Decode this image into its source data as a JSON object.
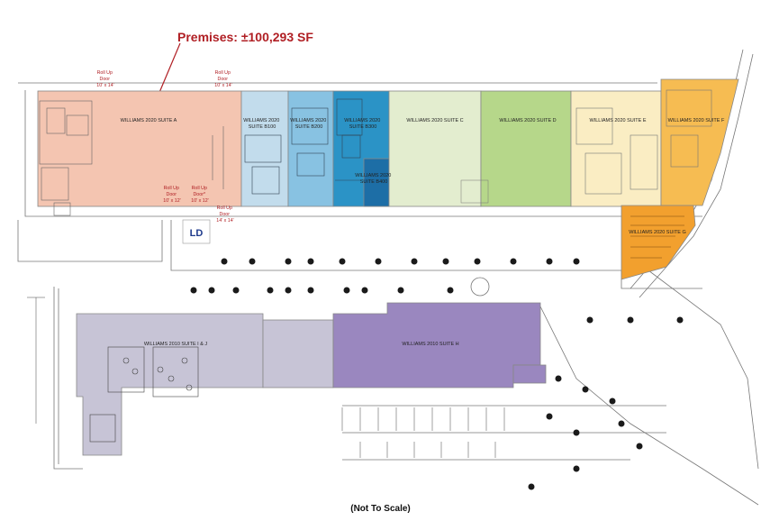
{
  "header": {
    "premises": "Premises: ±100,293 SF"
  },
  "footer": {
    "scale_note": "(Not To Scale)"
  },
  "doors": {
    "top_left": [
      "Roll Up",
      "Door",
      "10' x 14'"
    ],
    "top_right": [
      "Roll Up",
      "Door",
      "10' x 14'"
    ],
    "bottom_a": [
      "Roll Up",
      "Door",
      "10' x 12'"
    ],
    "bottom_b": [
      "Roll Up",
      "Door*",
      "10' x 12'"
    ],
    "bottom_c": [
      "Roll Up",
      "Door",
      "14' x 14'"
    ]
  },
  "suites": {
    "a": [
      "WILLIAMS 2020 SUITE A"
    ],
    "b100": [
      "WILLIAMS 2020",
      "SUITE B100"
    ],
    "b200": [
      "WILLIAMS 2020",
      "SUITE B200"
    ],
    "b300": [
      "WILLIAMS 2020",
      "SUITE B300"
    ],
    "b400": [
      "WILLIAMS 2020",
      "SUITE B400"
    ],
    "c": [
      "WILLIAMS 2020 SUITE C"
    ],
    "d": [
      "WILLIAMS 2020 SUITE D"
    ],
    "e": [
      "WILLIAMS 2020 SUITE E"
    ],
    "f": [
      "WILLIAMS 2020 SUITE F"
    ],
    "g": [
      "WILLIAMS 2020 SUITE G"
    ],
    "ij": [
      "WILLIAMS 2010 SUITE I & J"
    ],
    "h": [
      "WILLIAMS 2010 SUITE H"
    ]
  },
  "loading_dock": "LD",
  "colors": {
    "premises_title": "#b01f24",
    "suite_a": "#f4c5b1",
    "suite_b100": "#c2dcec",
    "suite_b200": "#88c2e2",
    "suite_b300": "#2b93c6",
    "suite_b400": "#1d6ea6",
    "suite_c": "#e3edcf",
    "suite_d": "#b6d78a",
    "suite_e": "#faedc3",
    "suite_f": "#f6bc52",
    "suite_g": "#f2a02e",
    "suite_ij": "#c7c4d6",
    "suite_h": "#9a87bf"
  }
}
